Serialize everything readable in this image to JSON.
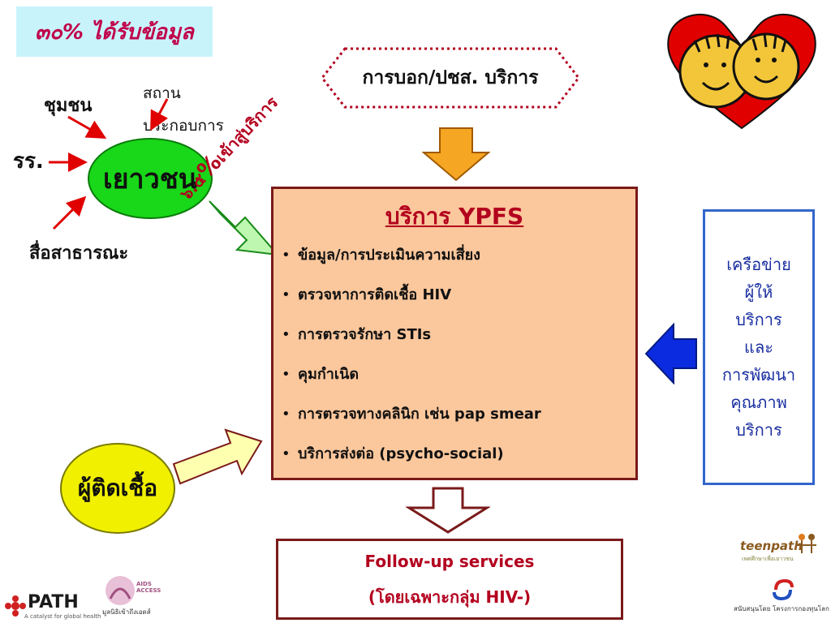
{
  "top_label": "๓๐% ได้รับข้อมูล",
  "sources": {
    "community": "ชุมชน",
    "workplace_line1": "สถาน",
    "workplace_line2": "ประกอบการ",
    "school": "รร.",
    "media": "สื่อสาธารณะ"
  },
  "youth_node": "เยาวชน",
  "rotated_label": {
    "prefix": "๖.๕",
    "percent": "%",
    "suffix": "เข้าสู่บริการ"
  },
  "provider_node": "การบอก/ปชส. บริการ",
  "ypfs": {
    "title": "บริการ YPFS",
    "items": [
      "ข้อมูล/การประเมินความเสี่ยง",
      "ตรวจหาการติดเชื้อ HIV",
      "การตรวจรักษา STIs",
      "คุมกำเนิด",
      "การตรวจทางคลินิก เช่น pap smear",
      "บริการส่งต่อ (psycho-social)"
    ],
    "bullet": "•"
  },
  "network_box": {
    "lines": [
      "เครือข่าย",
      "ผู้ให้",
      "บริการ",
      "และ",
      "การพัฒนา",
      "คุณภาพ",
      "บริการ"
    ]
  },
  "infected_node": "ผู้ติดเชื้อ",
  "followup": {
    "line1": "Follow-up services",
    "line2": "(โดยเฉพาะกลุ่ม HIV-)"
  },
  "logos": {
    "path": "PATH",
    "path_tagline": "A catalyst for global health",
    "aids_access": "AIDS ACCESS",
    "aids_caption": "มูลนิธิเข้าถึงเอดส์",
    "teenpath": "teenpath",
    "teenpath_sub": "เพศศึกษาเพื่อเยาวชน",
    "bottom_right_caption": "สนับสนุนโดย โครงการกองทุนโลก"
  },
  "colors": {
    "top_label_bg": "#c9f3fb",
    "accent_red": "#b3001e",
    "youth_green": "#19d719",
    "infected_yellow": "#f0f000",
    "ypfs_bg": "#fbc79c",
    "network_blue": "#3366cc",
    "down_arrow_orange": "#f5a623",
    "left_arrow_blue": "#0a2be0"
  }
}
